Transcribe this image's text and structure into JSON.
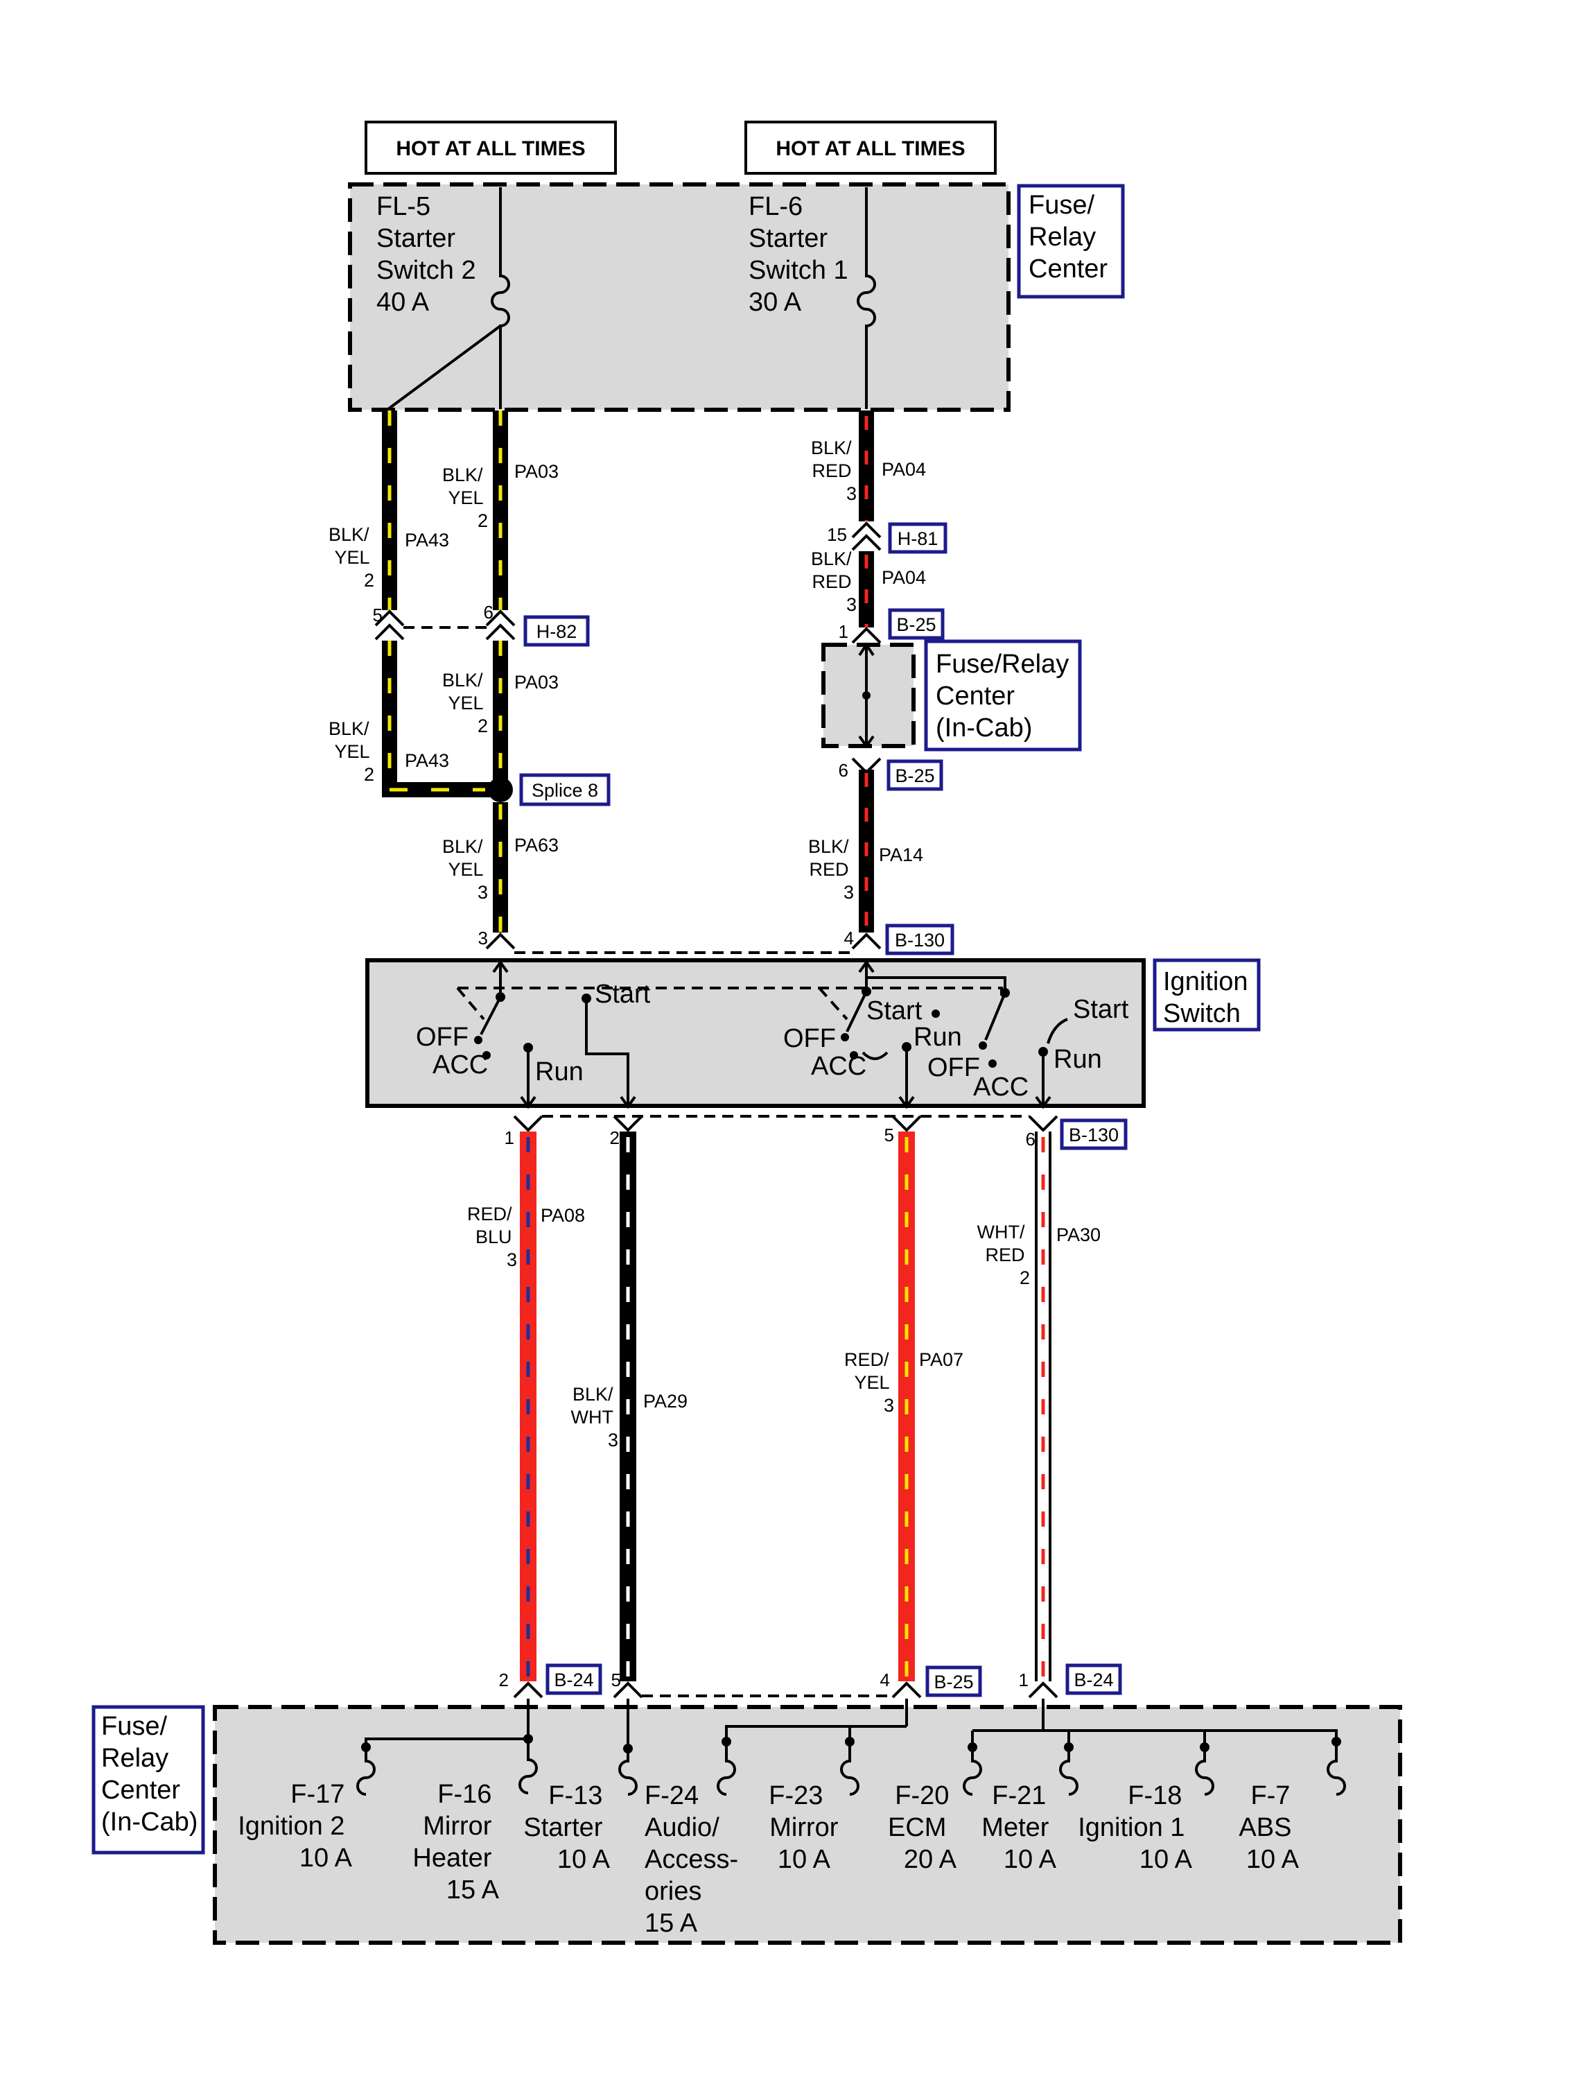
{
  "headers": {
    "left": "HOT AT ALL TIMES",
    "right": "HOT AT ALL TIMES"
  },
  "fuse_relay_center": {
    "title_lines": [
      "Fuse/",
      "Relay",
      "Center"
    ],
    "fl5_lines": [
      "FL-5",
      "Starter",
      "Switch 2",
      "40 A"
    ],
    "fl6_lines": [
      "FL-6",
      "Starter",
      "Switch 1",
      "30 A"
    ]
  },
  "in_cab_right": {
    "title_lines": [
      "Fuse/Relay",
      "Center",
      "(In-Cab)"
    ]
  },
  "ignition_switch": {
    "title_lines": [
      "Ignition",
      "Switch"
    ],
    "sw1": {
      "off": "OFF",
      "acc": "ACC",
      "run": "Run",
      "start": "Start"
    },
    "sw2": {
      "off": "OFF",
      "acc": "ACC",
      "run": "Run",
      "start": "Start"
    },
    "sw3": {
      "off": "OFF",
      "acc": "ACC",
      "run": "Run",
      "start": "Start"
    }
  },
  "in_cab_bottom": {
    "title_lines": [
      "Fuse/",
      "Relay",
      "Center",
      "(In-Cab)"
    ]
  },
  "splice": "Splice 8",
  "connectors": {
    "h82": "H-82",
    "h81": "H-81",
    "b25_top": "B-25",
    "b25_mid": "B-25",
    "b130_top": "B-130",
    "b130_bot": "B-130",
    "b24_left": "B-24",
    "b25_bot": "B-25",
    "b24_right": "B-24"
  },
  "pins": {
    "h82_a": "5",
    "h82_b": "6",
    "h81": "15",
    "b25_1": "1",
    "b25_6": "6",
    "b130_3": "3",
    "b130_4": "4",
    "b130_1": "1",
    "b130_2": "2",
    "b130_5": "5",
    "b130_6": "6",
    "b24_2": "2",
    "b24_5": "5",
    "b25_4": "4",
    "b24_1": "1"
  },
  "wires": {
    "pa43_upper": {
      "color": "BLK/",
      "color2": "YEL",
      "gauge": "2",
      "circuit": "PA43"
    },
    "pa43_lower": {
      "color": "BLK/",
      "color2": "YEL",
      "gauge": "2",
      "circuit": "PA43"
    },
    "pa03_upper": {
      "color": "BLK/",
      "color2": "YEL",
      "gauge": "2",
      "circuit": "PA03"
    },
    "pa03_lower": {
      "color": "BLK/",
      "color2": "YEL",
      "gauge": "2",
      "circuit": "PA03"
    },
    "pa63": {
      "color": "BLK/",
      "color2": "YEL",
      "gauge": "3",
      "circuit": "PA63"
    },
    "pa04_upper": {
      "color": "BLK/",
      "color2": "RED",
      "gauge": "3",
      "circuit": "PA04"
    },
    "pa04_lower": {
      "color": "BLK/",
      "color2": "RED",
      "gauge": "3",
      "circuit": "PA04"
    },
    "pa14": {
      "color": "BLK/",
      "color2": "RED",
      "gauge": "3",
      "circuit": "PA14"
    },
    "pa08": {
      "color": "RED/",
      "color2": "BLU",
      "gauge": "3",
      "circuit": "PA08"
    },
    "pa29": {
      "color": "BLK/",
      "color2": "WHT",
      "gauge": "3",
      "circuit": "PA29"
    },
    "pa07": {
      "color": "RED/",
      "color2": "YEL",
      "gauge": "3",
      "circuit": "PA07"
    },
    "pa30": {
      "color": "WHT/",
      "color2": "RED",
      "gauge": "2",
      "circuit": "PA30"
    }
  },
  "fuses": [
    {
      "lines": [
        "F-17",
        "Ignition 2",
        "10 A"
      ]
    },
    {
      "lines": [
        "F-16",
        "Mirror",
        "Heater",
        "15 A"
      ]
    },
    {
      "lines": [
        "F-13",
        "Starter",
        "10 A"
      ]
    },
    {
      "lines": [
        "F-24",
        "Audio/",
        "Access-",
        "ories",
        "15 A"
      ]
    },
    {
      "lines": [
        "F-23",
        "Mirror",
        "10 A"
      ]
    },
    {
      "lines": [
        "F-20",
        "ECM",
        "20 A"
      ]
    },
    {
      "lines": [
        "F-21",
        "Meter",
        "10 A"
      ]
    },
    {
      "lines": [
        "F-18",
        "Ignition 1",
        "10 A"
      ]
    },
    {
      "lines": [
        "F-7",
        "ABS",
        "10 A"
      ]
    }
  ],
  "colors": {
    "black": "#000000",
    "yellow": "#f2e600",
    "red": "#f2261e",
    "blue": "#1f2f9a",
    "white": "#ffffff",
    "box_fill": "#d9d9d9",
    "tag_border": "#1c1c8c"
  }
}
